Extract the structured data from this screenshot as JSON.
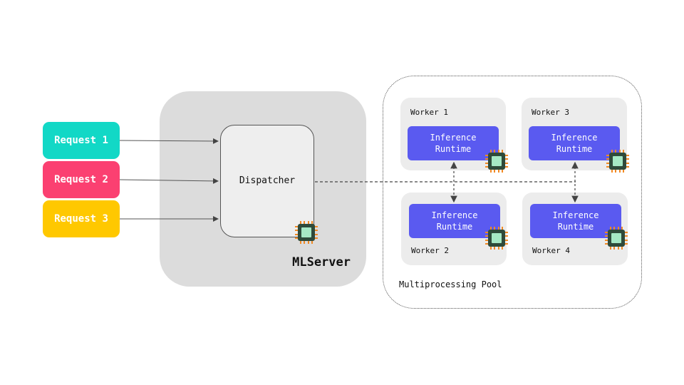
{
  "requests": [
    {
      "label": "Request 1",
      "color": "#12d8c6"
    },
    {
      "label": "Request 2",
      "color": "#fb4071"
    },
    {
      "label": "Request 3",
      "color": "#ffc800"
    }
  ],
  "mlserver": {
    "label": "MLServer",
    "dispatcher_label": "Dispatcher"
  },
  "pool": {
    "label": "Multiprocessing Pool",
    "workers": [
      {
        "label": "Worker 1",
        "runtime_line1": "Inference",
        "runtime_line2": "Runtime"
      },
      {
        "label": "Worker 3",
        "runtime_line1": "Inference",
        "runtime_line2": "Runtime"
      },
      {
        "label": "Worker 2",
        "runtime_line1": "Inference",
        "runtime_line2": "Runtime"
      },
      {
        "label": "Worker 4",
        "runtime_line1": "Inference",
        "runtime_line2": "Runtime"
      }
    ]
  },
  "colors": {
    "runtime": "#5a5af0",
    "chip_body": "#2f4a3a",
    "chip_core": "#a6e8c4",
    "chip_pins": "#f08a24"
  }
}
